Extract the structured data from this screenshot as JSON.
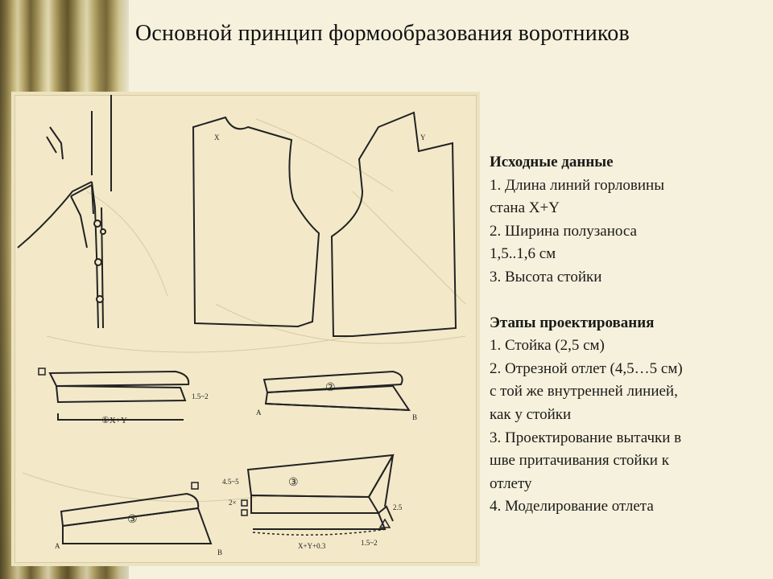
{
  "slide": {
    "title": "Основной принцип формообразования воротников"
  },
  "figure": {
    "labels": {
      "x": "X",
      "y": "Y",
      "dim_1": "1.5~2",
      "dim_xy": "①X+Y",
      "circle2": "②",
      "circle3": "③",
      "a": "A",
      "b": "B",
      "dim_45": "4.5~5",
      "dim_2x": "2×",
      "dim_25": "2.5",
      "dim_xy03": "X+Y+0.3",
      "dim_15b": "1.5~2"
    }
  },
  "info": {
    "source_heading": "Исходные данные",
    "source_items": [
      "1. Длина линий горловины",
      "стана X+Y",
      "2. Ширина полузаноса",
      "1,5..1,6 см",
      "3. Высота стойки"
    ],
    "stages_heading": "Этапы проектирования",
    "stages_items": [
      "1. Стойка (2,5 см)",
      "2. Отрезной отлет (4,5…5 см)",
      "с той же внутренней линией,",
      "как у стойки",
      "3. Проектирование вытачки в",
      "шве притачивания стойки к",
      "отлету",
      "4. Моделирование отлета"
    ]
  }
}
